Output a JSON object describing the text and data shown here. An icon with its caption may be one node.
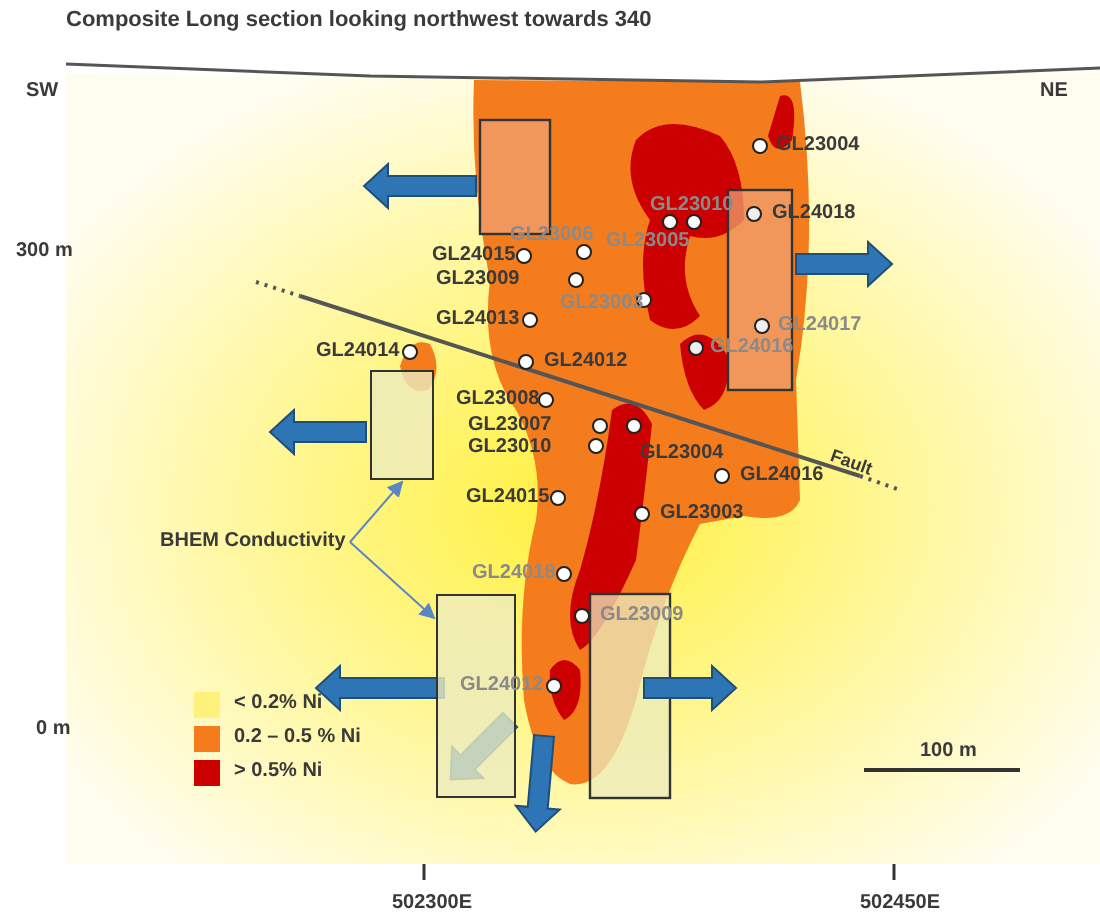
{
  "diagram": {
    "title": "Composite Long section looking northwest towards 340",
    "nodes": [
      {
        "text": [
          "BHEM Conductivity"
        ]
      },
      {
        "text": [],
        "shape": "box"
      },
      {
        "text": [],
        "shape": "box"
      }
    ],
    "edges": [
      {
        "from": 0,
        "to": 1,
        "arrow": "to"
      },
      {
        "from": 0,
        "to": 2,
        "arrow": "to"
      }
    ],
    "labels": [
      "SW",
      "NE",
      "GL23004",
      "GL23010",
      "GL24018",
      "GL23006",
      "GL23005",
      "GL24015",
      "300 m",
      "GL23009",
      "GL23003",
      "GL24013",
      "GL24017",
      "GL24016",
      "GL24014",
      "GL24012",
      "GL23008",
      "GL23007",
      "GL23010",
      "GL23004",
      "GL24016",
      "Fault",
      "GL24015",
      "GL23003",
      "GL24018",
      "GL23009",
      "GL24012",
      "0 m",
      "100 m",
      "502300E",
      "502450E"
    ],
    "legend": [
      {
        "text": "< 0.2% Ni",
        "color": "#fff27a"
      },
      {
        "text": "0.2 – 0.5 % Ni",
        "color": "#f47c1c"
      },
      {
        "text": "> 0.5% Ni",
        "color": "#cc0000"
      }
    ]
  }
}
